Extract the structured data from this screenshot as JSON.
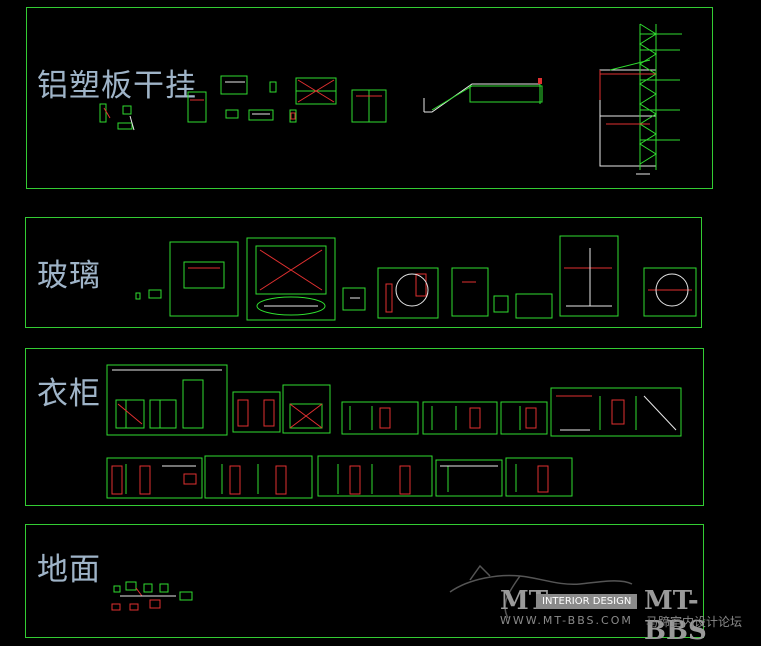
{
  "sections": [
    {
      "id": "aluminum",
      "label": "铝塑板干挂"
    },
    {
      "id": "glass",
      "label": "玻璃"
    },
    {
      "id": "wardrobe",
      "label": "衣柜"
    },
    {
      "id": "floor",
      "label": "地面"
    }
  ],
  "watermark": {
    "logo_text": "MT",
    "badge": "INTERIOR DESIGN",
    "brand": "MT-BBS",
    "url": "WWW.MT-BBS.COM",
    "forum_name": "马蹄室内设计论坛"
  },
  "colors": {
    "background": "#000000",
    "frame": "#33cc33",
    "label": "#9fb4c8",
    "drawing_green": "#2fdc2f",
    "drawing_red": "#e03030",
    "drawing_white": "#e8e8e8"
  }
}
